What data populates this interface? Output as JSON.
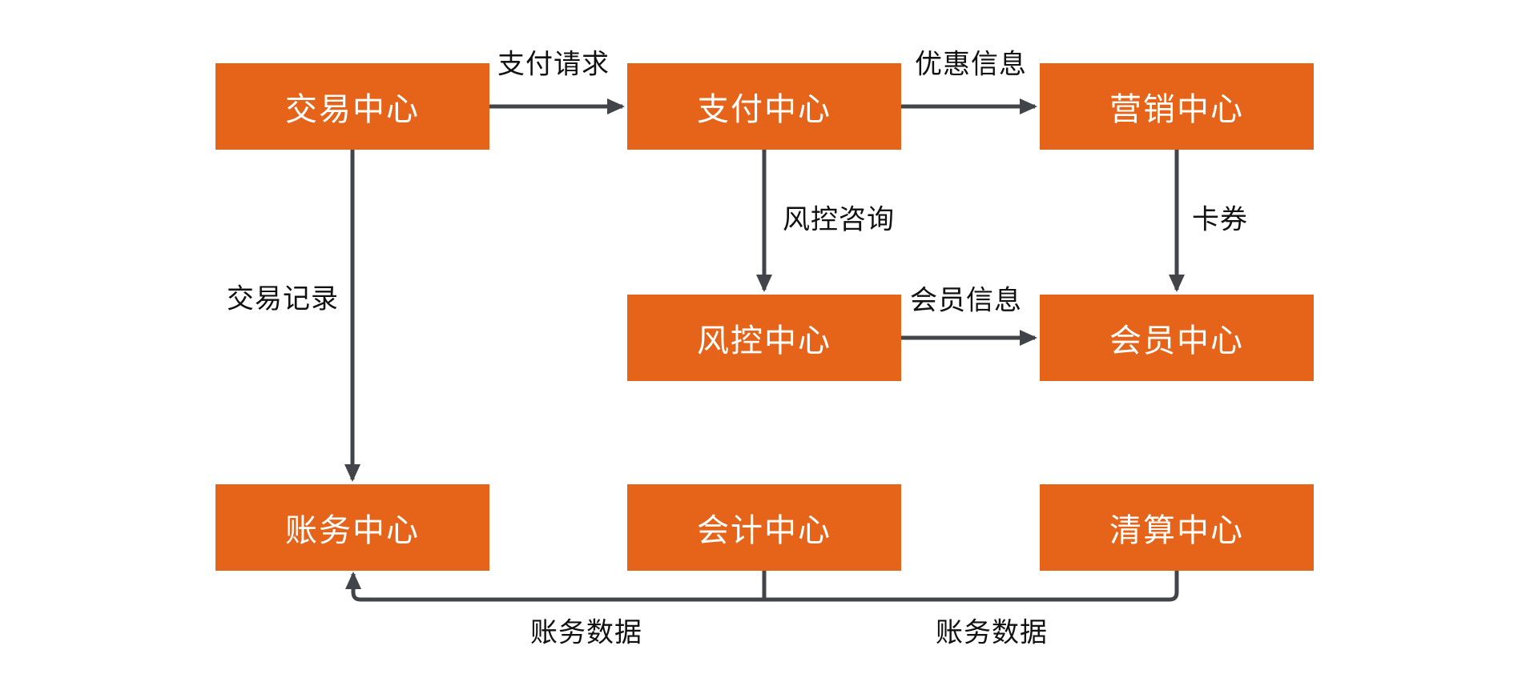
{
  "diagram": {
    "colors": {
      "accent": "#E5641A",
      "line": "#414549",
      "label": "#111111",
      "node_text": "#FFFFFF",
      "background": "#FFFFFF"
    },
    "nodes": [
      {
        "id": "trade-center",
        "label": "交易中心"
      },
      {
        "id": "payment-center",
        "label": "支付中心"
      },
      {
        "id": "marketing-center",
        "label": "营销中心"
      },
      {
        "id": "risk-center",
        "label": "风控中心"
      },
      {
        "id": "member-center",
        "label": "会员中心"
      },
      {
        "id": "billing-center",
        "label": "账务中心"
      },
      {
        "id": "accounting-center",
        "label": "会计中心"
      },
      {
        "id": "clearing-center",
        "label": "清算中心"
      }
    ],
    "edges": [
      {
        "from": "交易中心",
        "to": "支付中心",
        "label": "支付请求"
      },
      {
        "from": "支付中心",
        "to": "营销中心",
        "label": "优惠信息"
      },
      {
        "from": "支付中心",
        "to": "风控中心",
        "label": "风控咨询"
      },
      {
        "from": "营销中心",
        "to": "会员中心",
        "label": "卡券"
      },
      {
        "from": "风控中心",
        "to": "会员中心",
        "label": "会员信息"
      },
      {
        "from": "交易中心",
        "to": "账务中心",
        "label": "交易记录"
      },
      {
        "from": "会计中心",
        "to": "账务中心",
        "label": "账务数据"
      },
      {
        "from": "清算中心",
        "to": "账务中心",
        "label": "账务数据"
      }
    ]
  }
}
